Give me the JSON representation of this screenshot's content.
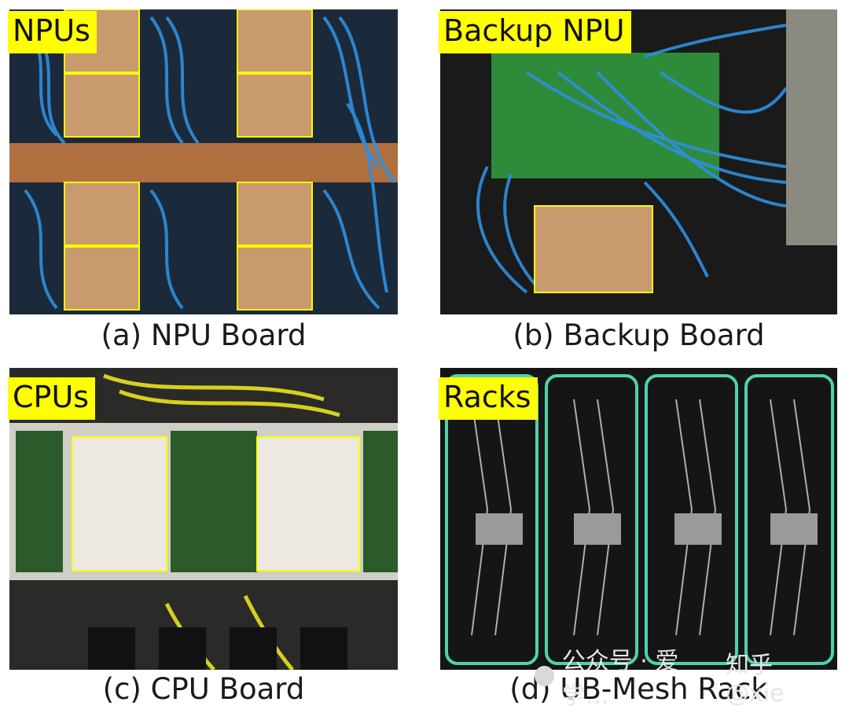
{
  "panels": [
    {
      "tag": "NPUs",
      "caption": "(a) NPU Board"
    },
    {
      "tag": "Backup NPU",
      "caption": "(b) Backup Board"
    },
    {
      "tag": "CPUs",
      "caption": "(c) CPU Board"
    },
    {
      "tag": "Racks",
      "caption": "(d) UB-Mesh Rack"
    }
  ],
  "watermark": {
    "line1": "公众号 · 爱学…",
    "line2": "知乎 @xie"
  },
  "colors": {
    "highlight_box": "#ffff00",
    "cable_blue": "#2f8fe0",
    "board_green": "#2e8b3a",
    "cable_teal": "#4fd1b0"
  }
}
